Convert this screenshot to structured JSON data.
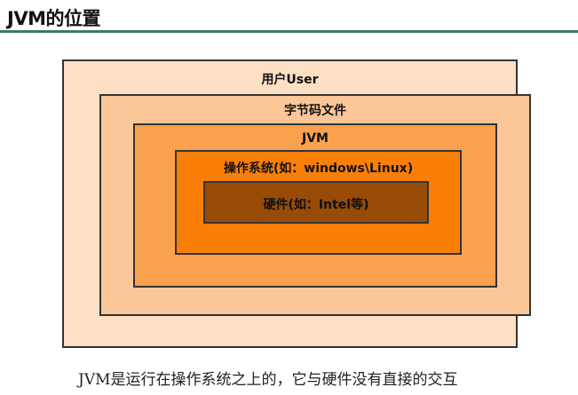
{
  "page": {
    "title": "JVM的位置",
    "caption": "JVM是运行在操作系统之上的，它与硬件没有直接的交互"
  },
  "layers": [
    {
      "label": "用户User",
      "color": "#fde0c4"
    },
    {
      "label": "字节码文件",
      "color": "#fbc698"
    },
    {
      "label": "JVM",
      "color": "#f9a14e"
    },
    {
      "label": "操作系统(如：windows\\Linux)",
      "color": "#f97f07"
    },
    {
      "label": "硬件(如：Intel等)",
      "color": "#974b06"
    }
  ]
}
